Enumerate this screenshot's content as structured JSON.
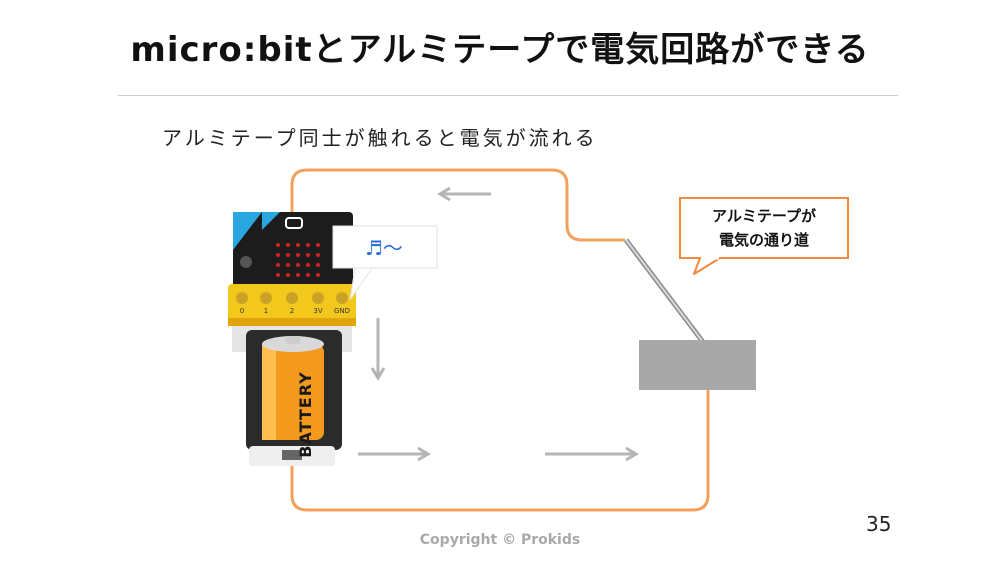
{
  "header": {
    "title": "micro:bitとアルミテープで電気回路ができる"
  },
  "content": {
    "subtitle": "アルミテープ同士が触れると電気が流れる",
    "callout_line1": "アルミテープが",
    "callout_line2": "電気の通り道",
    "speech_text": "♬〜",
    "battery_label": "BATTERY",
    "pin_labels": [
      "0",
      "1",
      "2",
      "3V",
      "GND"
    ]
  },
  "footer": {
    "copyright": "Copyright © Prokids",
    "page_number": "35"
  },
  "colors": {
    "wire": "#f4a15d",
    "arrow": "#b5b5b5",
    "board": "#1c1c1c",
    "board_accent": "#2aa6e0",
    "edge_connector": "#f2c81d",
    "battery_body": "#f39a1e",
    "contact_plate": "#a8a8a8",
    "callout_border": "#f08a3c"
  },
  "icons": [
    "music-note-icon",
    "arrow-left-icon",
    "arrow-down-icon",
    "arrow-right-icon"
  ]
}
